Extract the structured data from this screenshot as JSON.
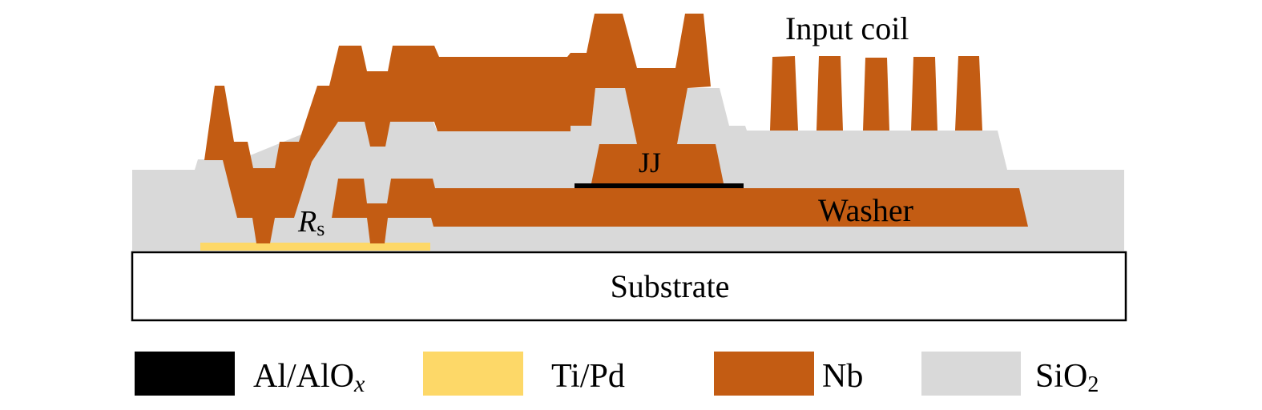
{
  "colors": {
    "al_alox": "#000000",
    "ti_pd": "#FDD868",
    "nb": "#C35C13",
    "sio2": "#D9D9D9",
    "substrate": "#FFFFFF"
  },
  "labels": {
    "input_coil": "Input coil",
    "jj": "JJ",
    "washer": "Washer",
    "rs_main": "R",
    "rs_sub": "s",
    "substrate": "Substrate"
  },
  "legend": [
    {
      "main": "Al/AlO",
      "suffix": "x",
      "suffix_style": "italic-subscript"
    },
    {
      "main": "Ti/Pd",
      "suffix": ""
    },
    {
      "main": "Nb",
      "suffix": ""
    },
    {
      "main": "SiO",
      "suffix": "2",
      "suffix_style": "subscript"
    }
  ]
}
